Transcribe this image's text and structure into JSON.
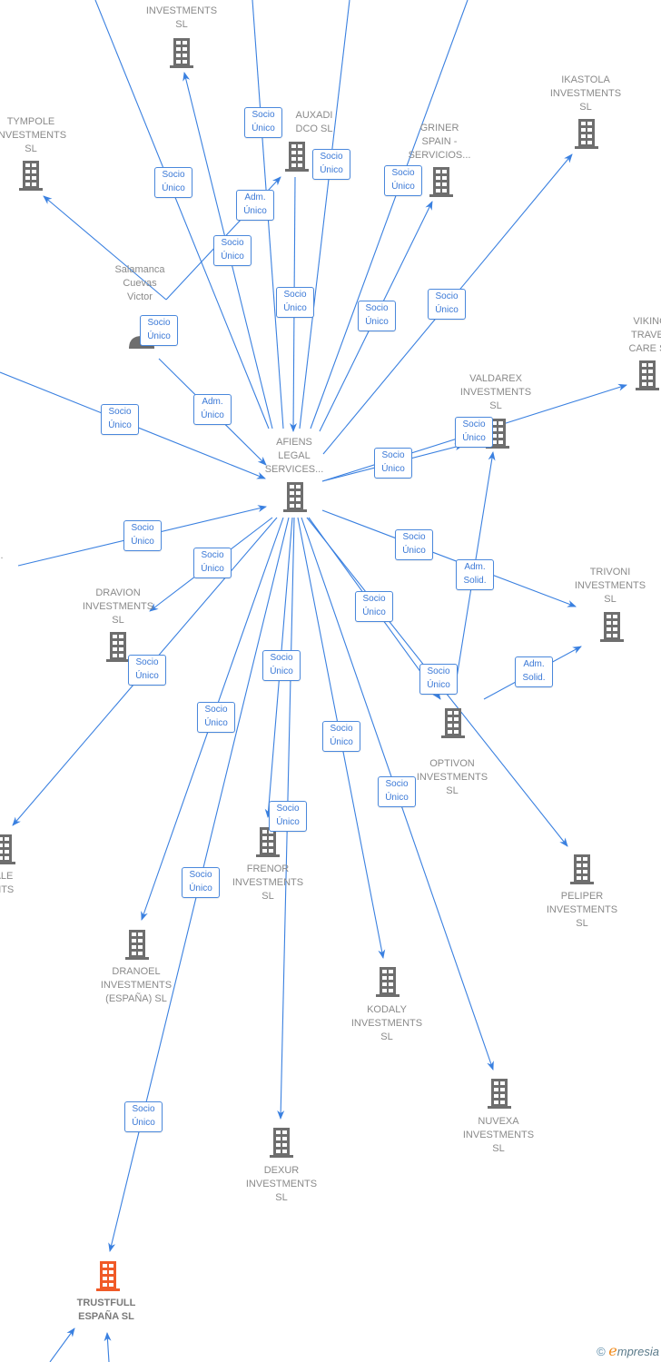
{
  "colors": {
    "edge": "#3a80e0",
    "node_icon": "#6e6e6e",
    "highlight_icon": "#f05a28",
    "label": "#8a8a8a"
  },
  "nodes": [
    {
      "id": "afiens",
      "lines": [
        "AFIENS",
        "LEGAL",
        "SERVICES..."
      ],
      "icon": "building-icon"
    },
    {
      "id": "top-investments",
      "lines": [
        "INVESTMENTS",
        "SL"
      ],
      "icon": "building-icon"
    },
    {
      "id": "tympole",
      "lines": [
        "TYMPOLE",
        "INVESTMENTS",
        "SL"
      ],
      "icon": "building-icon"
    },
    {
      "id": "auxadi",
      "lines": [
        "AUXADI",
        "DCO  SL"
      ],
      "icon": "building-icon"
    },
    {
      "id": "griner",
      "lines": [
        "GRINER",
        "SPAIN -",
        "SERVICIOS..."
      ],
      "icon": "building-icon"
    },
    {
      "id": "ikastola",
      "lines": [
        "IKASTOLA",
        "INVESTMENTS",
        "SL"
      ],
      "icon": "building-icon"
    },
    {
      "id": "salamanca",
      "lines": [
        "Salamanca",
        "Cuevas",
        "Victor"
      ],
      "icon": "person-icon"
    },
    {
      "id": "viking",
      "lines": [
        "VIKING",
        "TRAVEL",
        "CARE  SL"
      ],
      "icon": "building-icon"
    },
    {
      "id": "valdarex",
      "lines": [
        "VALDAREX",
        "INVESTMENTS",
        "SL"
      ],
      "icon": "building-icon"
    },
    {
      "id": "left-partial",
      "lines": [
        "A",
        "",
        "TS..."
      ],
      "icon": "none"
    },
    {
      "id": "dravion",
      "lines": [
        "DRAVION",
        "INVESTMENTS",
        "SL"
      ],
      "icon": "building-icon"
    },
    {
      "id": "trivoni",
      "lines": [
        "TRIVONI",
        "INVESTMENTS",
        "SL"
      ],
      "icon": "building-icon"
    },
    {
      "id": "optivon",
      "lines": [
        "OPTIVON",
        "INVESTMENTS",
        "SL"
      ],
      "icon": "building-icon"
    },
    {
      "id": "ndale",
      "lines": [
        "NDALE",
        "MENTS",
        "L"
      ],
      "icon": "building-icon"
    },
    {
      "id": "frenor",
      "lines": [
        "FRENOR",
        "INVESTMENTS",
        "SL"
      ],
      "icon": "building-icon"
    },
    {
      "id": "peliper",
      "lines": [
        "PELIPER",
        "INVESTMENTS",
        "SL"
      ],
      "icon": "building-icon"
    },
    {
      "id": "dranoel",
      "lines": [
        "DRANOEL",
        "INVESTMENTS",
        "(ESPAÑA)  SL"
      ],
      "icon": "building-icon"
    },
    {
      "id": "kodaly",
      "lines": [
        "KODALY",
        "INVESTMENTS",
        "SL"
      ],
      "icon": "building-icon"
    },
    {
      "id": "nuvexa",
      "lines": [
        "NUVEXA",
        "INVESTMENTS",
        "SL"
      ],
      "icon": "building-icon"
    },
    {
      "id": "dexur",
      "lines": [
        "DEXUR",
        "INVESTMENTS",
        "SL"
      ],
      "icon": "building-icon"
    },
    {
      "id": "trustfull",
      "lines": [
        "TRUSTFULL",
        "ESPAÑA  SL"
      ],
      "icon": "building-icon-highlight"
    }
  ],
  "badges": [
    [
      "Socio",
      "Único"
    ],
    [
      "Socio",
      "Único"
    ],
    [
      "Socio",
      "Único"
    ],
    [
      "Socio",
      "Único"
    ],
    [
      "Socio",
      "Único"
    ],
    [
      "Socio",
      "Único"
    ],
    [
      "Socio",
      "Único"
    ],
    [
      "Socio",
      "Único"
    ],
    [
      "Socio",
      "Único"
    ],
    [
      "Adm.",
      "Único"
    ],
    [
      "Socio",
      "Único"
    ],
    [
      "Adm.",
      "Único"
    ],
    [
      "Socio",
      "Único"
    ],
    [
      "Socio",
      "Único"
    ],
    [
      "Socio",
      "Único"
    ],
    [
      "Socio",
      "Único"
    ],
    [
      "Socio",
      "Único"
    ],
    [
      "Socio",
      "Único"
    ],
    [
      "Socio",
      "Único"
    ],
    [
      "Socio",
      "Único"
    ],
    [
      "Socio",
      "Único"
    ],
    [
      "Socio",
      "Único"
    ],
    [
      "Socio",
      "Único"
    ],
    [
      "Socio",
      "Único"
    ],
    [
      "Socio",
      "Único"
    ],
    [
      "Socio",
      "Único"
    ],
    [
      "Socio",
      "Único"
    ],
    [
      "Adm.",
      "Solid."
    ],
    [
      "Adm.",
      "Solid."
    ]
  ],
  "brand": {
    "copyright": "©",
    "logo_initial": "e",
    "logo_rest": "mpresia"
  }
}
